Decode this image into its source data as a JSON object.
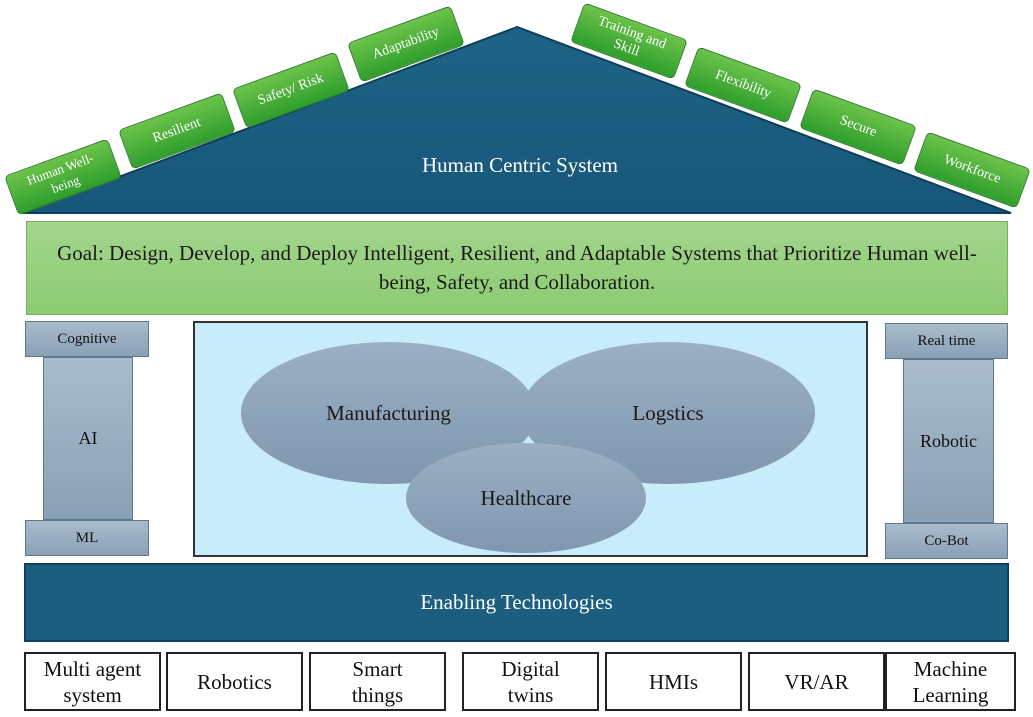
{
  "roof": {
    "title": "Human Centric System",
    "colors": {
      "roof_fill": "#1b5e80",
      "tag_fill": "#3aa935",
      "goal_fill": "#9cd283"
    },
    "left_tags": [
      {
        "label": "Human Well-being"
      },
      {
        "label": "Resilient"
      },
      {
        "label": "Safety/ Risk"
      },
      {
        "label": "Adaptability"
      }
    ],
    "right_tags": [
      {
        "label": "Training and Skill"
      },
      {
        "label": "Flexibility"
      },
      {
        "label": "Secure"
      },
      {
        "label": "Workforce"
      }
    ]
  },
  "goal": {
    "text": "Goal: Design, Develop, and Deploy Intelligent, Resilient, and Adaptable Systems that Prioritize Human well-being, Safety, and Collaboration."
  },
  "left_pillar": {
    "top": "Cognitive",
    "middle": "AI",
    "bottom": "ML"
  },
  "right_pillar": {
    "top": "Real time",
    "middle": "Robotic",
    "bottom": "Co-Bot"
  },
  "domains": {
    "manufacturing": "Manufacturing",
    "logistics": "Logstics",
    "healthcare": "Healthcare"
  },
  "foundation": {
    "label": "Enabling Technologies"
  },
  "technologies": [
    "Multi agent system",
    "Robotics",
    "Smart things",
    "Digital twins",
    "HMIs",
    "VR/AR",
    "Machine Learning"
  ]
}
